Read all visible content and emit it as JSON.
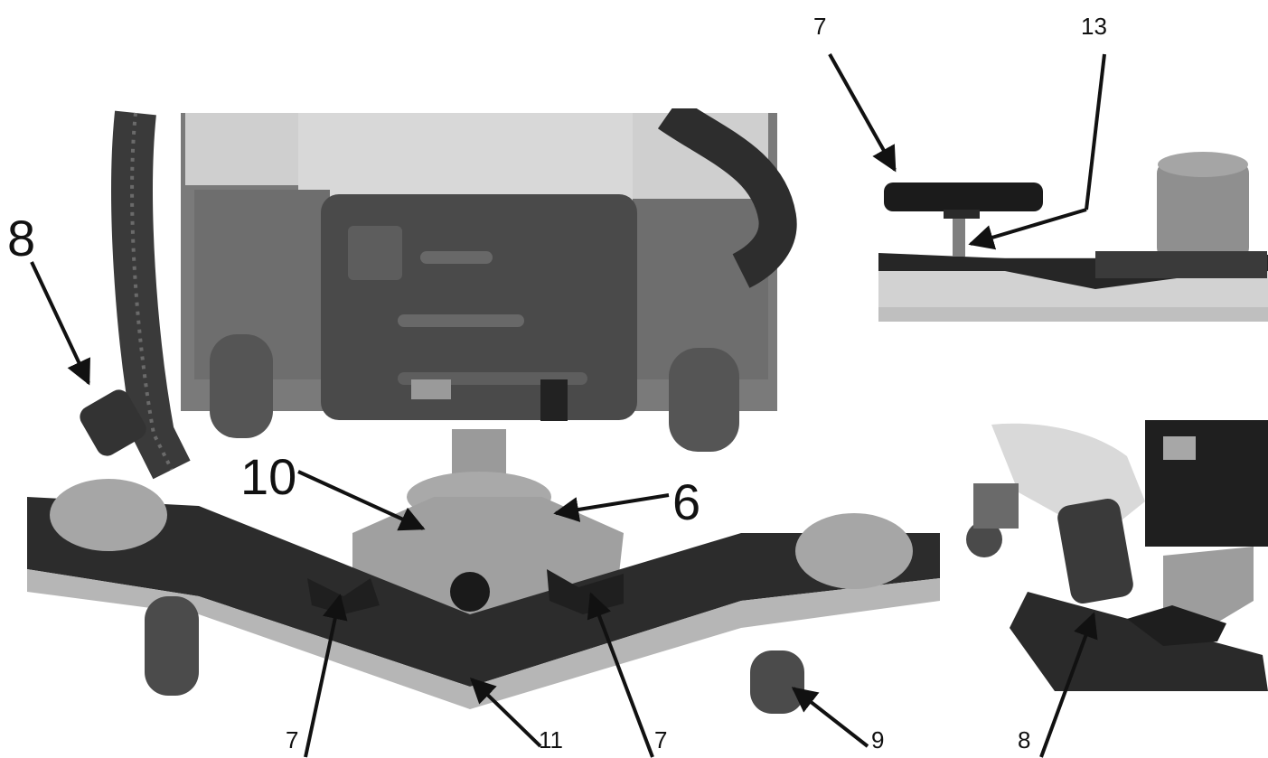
{
  "figure": {
    "callouts": {
      "main_hose": "8",
      "main_mount": "10",
      "main_pivot": "6",
      "main_knob_left": "7",
      "main_squeegee": "11",
      "main_knob_right": "7",
      "main_wheel": "9",
      "inset_top_knob": "7",
      "inset_top_stud": "13",
      "inset_bottom_hose": "8"
    }
  }
}
